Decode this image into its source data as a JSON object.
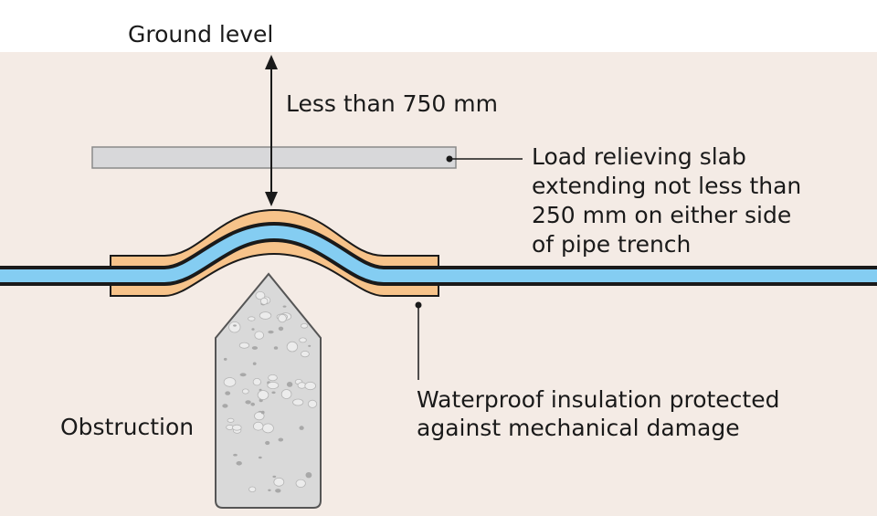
{
  "labels": {
    "ground_level": "Ground level",
    "depth": "Less than 750 mm",
    "slab": [
      "Load relieving slab",
      "extending not less than",
      "250 mm on either side",
      "of pipe trench"
    ],
    "insulation": [
      "Waterproof insulation protected",
      "against mechanical damage"
    ],
    "obstruction": "Obstruction"
  },
  "colors": {
    "ground": "#f4ebe5",
    "slab_fill": "#d8d8da",
    "slab_stroke": "#8a8a8a",
    "insulation": "#f7c38a",
    "pipe": "#84cdf2",
    "outline": "#1a1a1a",
    "obstruction_fill": "#d9d9d9",
    "obstruction_stroke": "#555555",
    "aggregate": "#bdbdbd"
  }
}
